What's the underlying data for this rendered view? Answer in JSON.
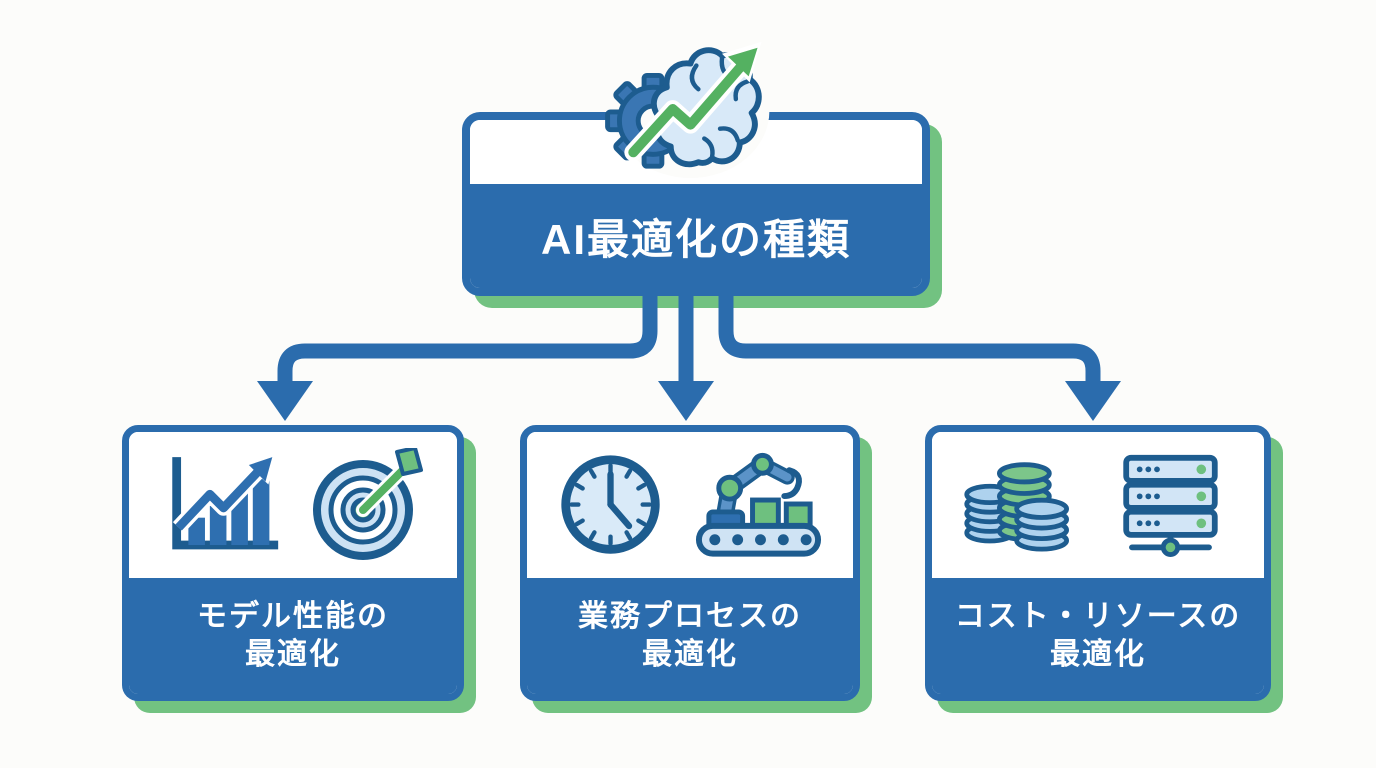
{
  "root": {
    "label": "AI最適化の種類",
    "icon": "gear-brain-growth-icon"
  },
  "nodes": [
    {
      "id": "model-performance",
      "line1": "モデル性能の",
      "line2": "最適化",
      "icons": [
        "bar-chart-growth-icon",
        "target-dart-icon"
      ]
    },
    {
      "id": "business-process",
      "line1": "業務プロセスの",
      "line2": "最適化",
      "icons": [
        "clock-icon",
        "robot-arm-conveyor-icon"
      ]
    },
    {
      "id": "cost-resource",
      "line1": "コスト・リソースの",
      "line2": "最適化",
      "icons": [
        "coin-stacks-icon",
        "server-rack-icon"
      ]
    }
  ],
  "colors": {
    "primary_blue": "#2b6cad",
    "dark_outline_blue": "#1d5c8f",
    "light_blue_fill": "#cfe3f4",
    "shadow_green": "#72c281",
    "arrow_green": "#54b161",
    "text_white": "#ffffff",
    "background": "#fcfcfa"
  }
}
